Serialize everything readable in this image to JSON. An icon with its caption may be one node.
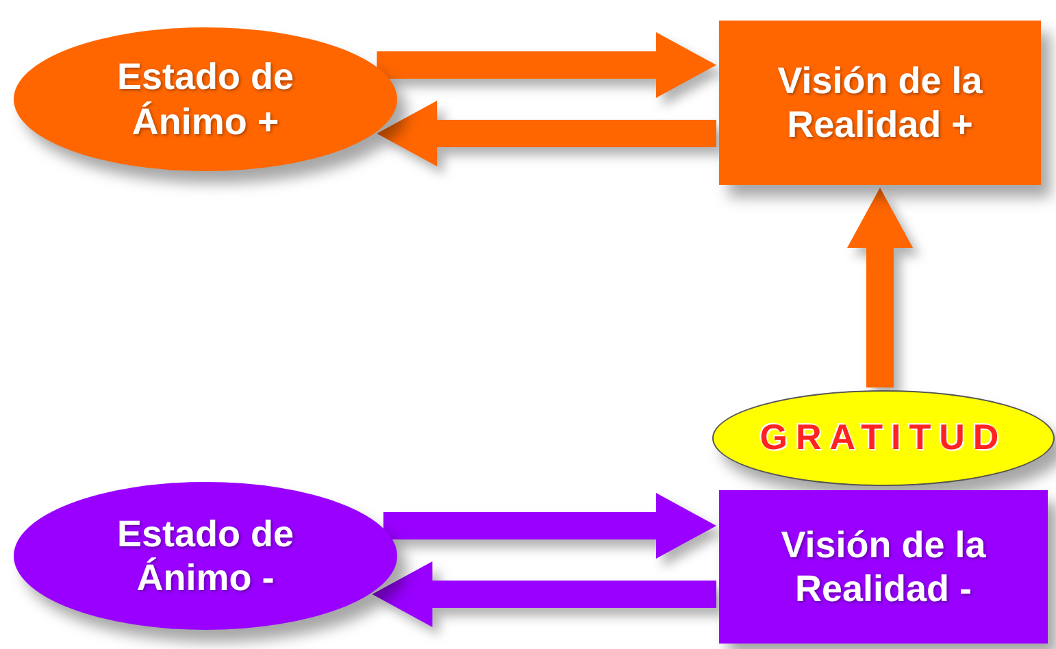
{
  "diagram": {
    "nodes": [
      {
        "text": [
          "Estado de Ánimo +"
        ]
      },
      {
        "text": [
          "Visión de la Realidad +"
        ]
      },
      {
        "text": [
          "GRATITUD"
        ]
      },
      {
        "text": [
          "Estado de Ánimo -"
        ]
      },
      {
        "text": [
          "Visión de la Realidad -"
        ]
      }
    ],
    "edges": [
      {
        "from": 0,
        "to": 1,
        "arrow": "to"
      },
      {
        "from": 1,
        "to": 0,
        "arrow": "to"
      },
      {
        "from": 2,
        "to": 1,
        "arrow": "to"
      },
      {
        "from": 3,
        "to": 4,
        "arrow": "to",
        "color": "#9900ff"
      },
      {
        "from": 4,
        "to": 3,
        "arrow": "to",
        "color": "#9900ff"
      }
    ]
  }
}
